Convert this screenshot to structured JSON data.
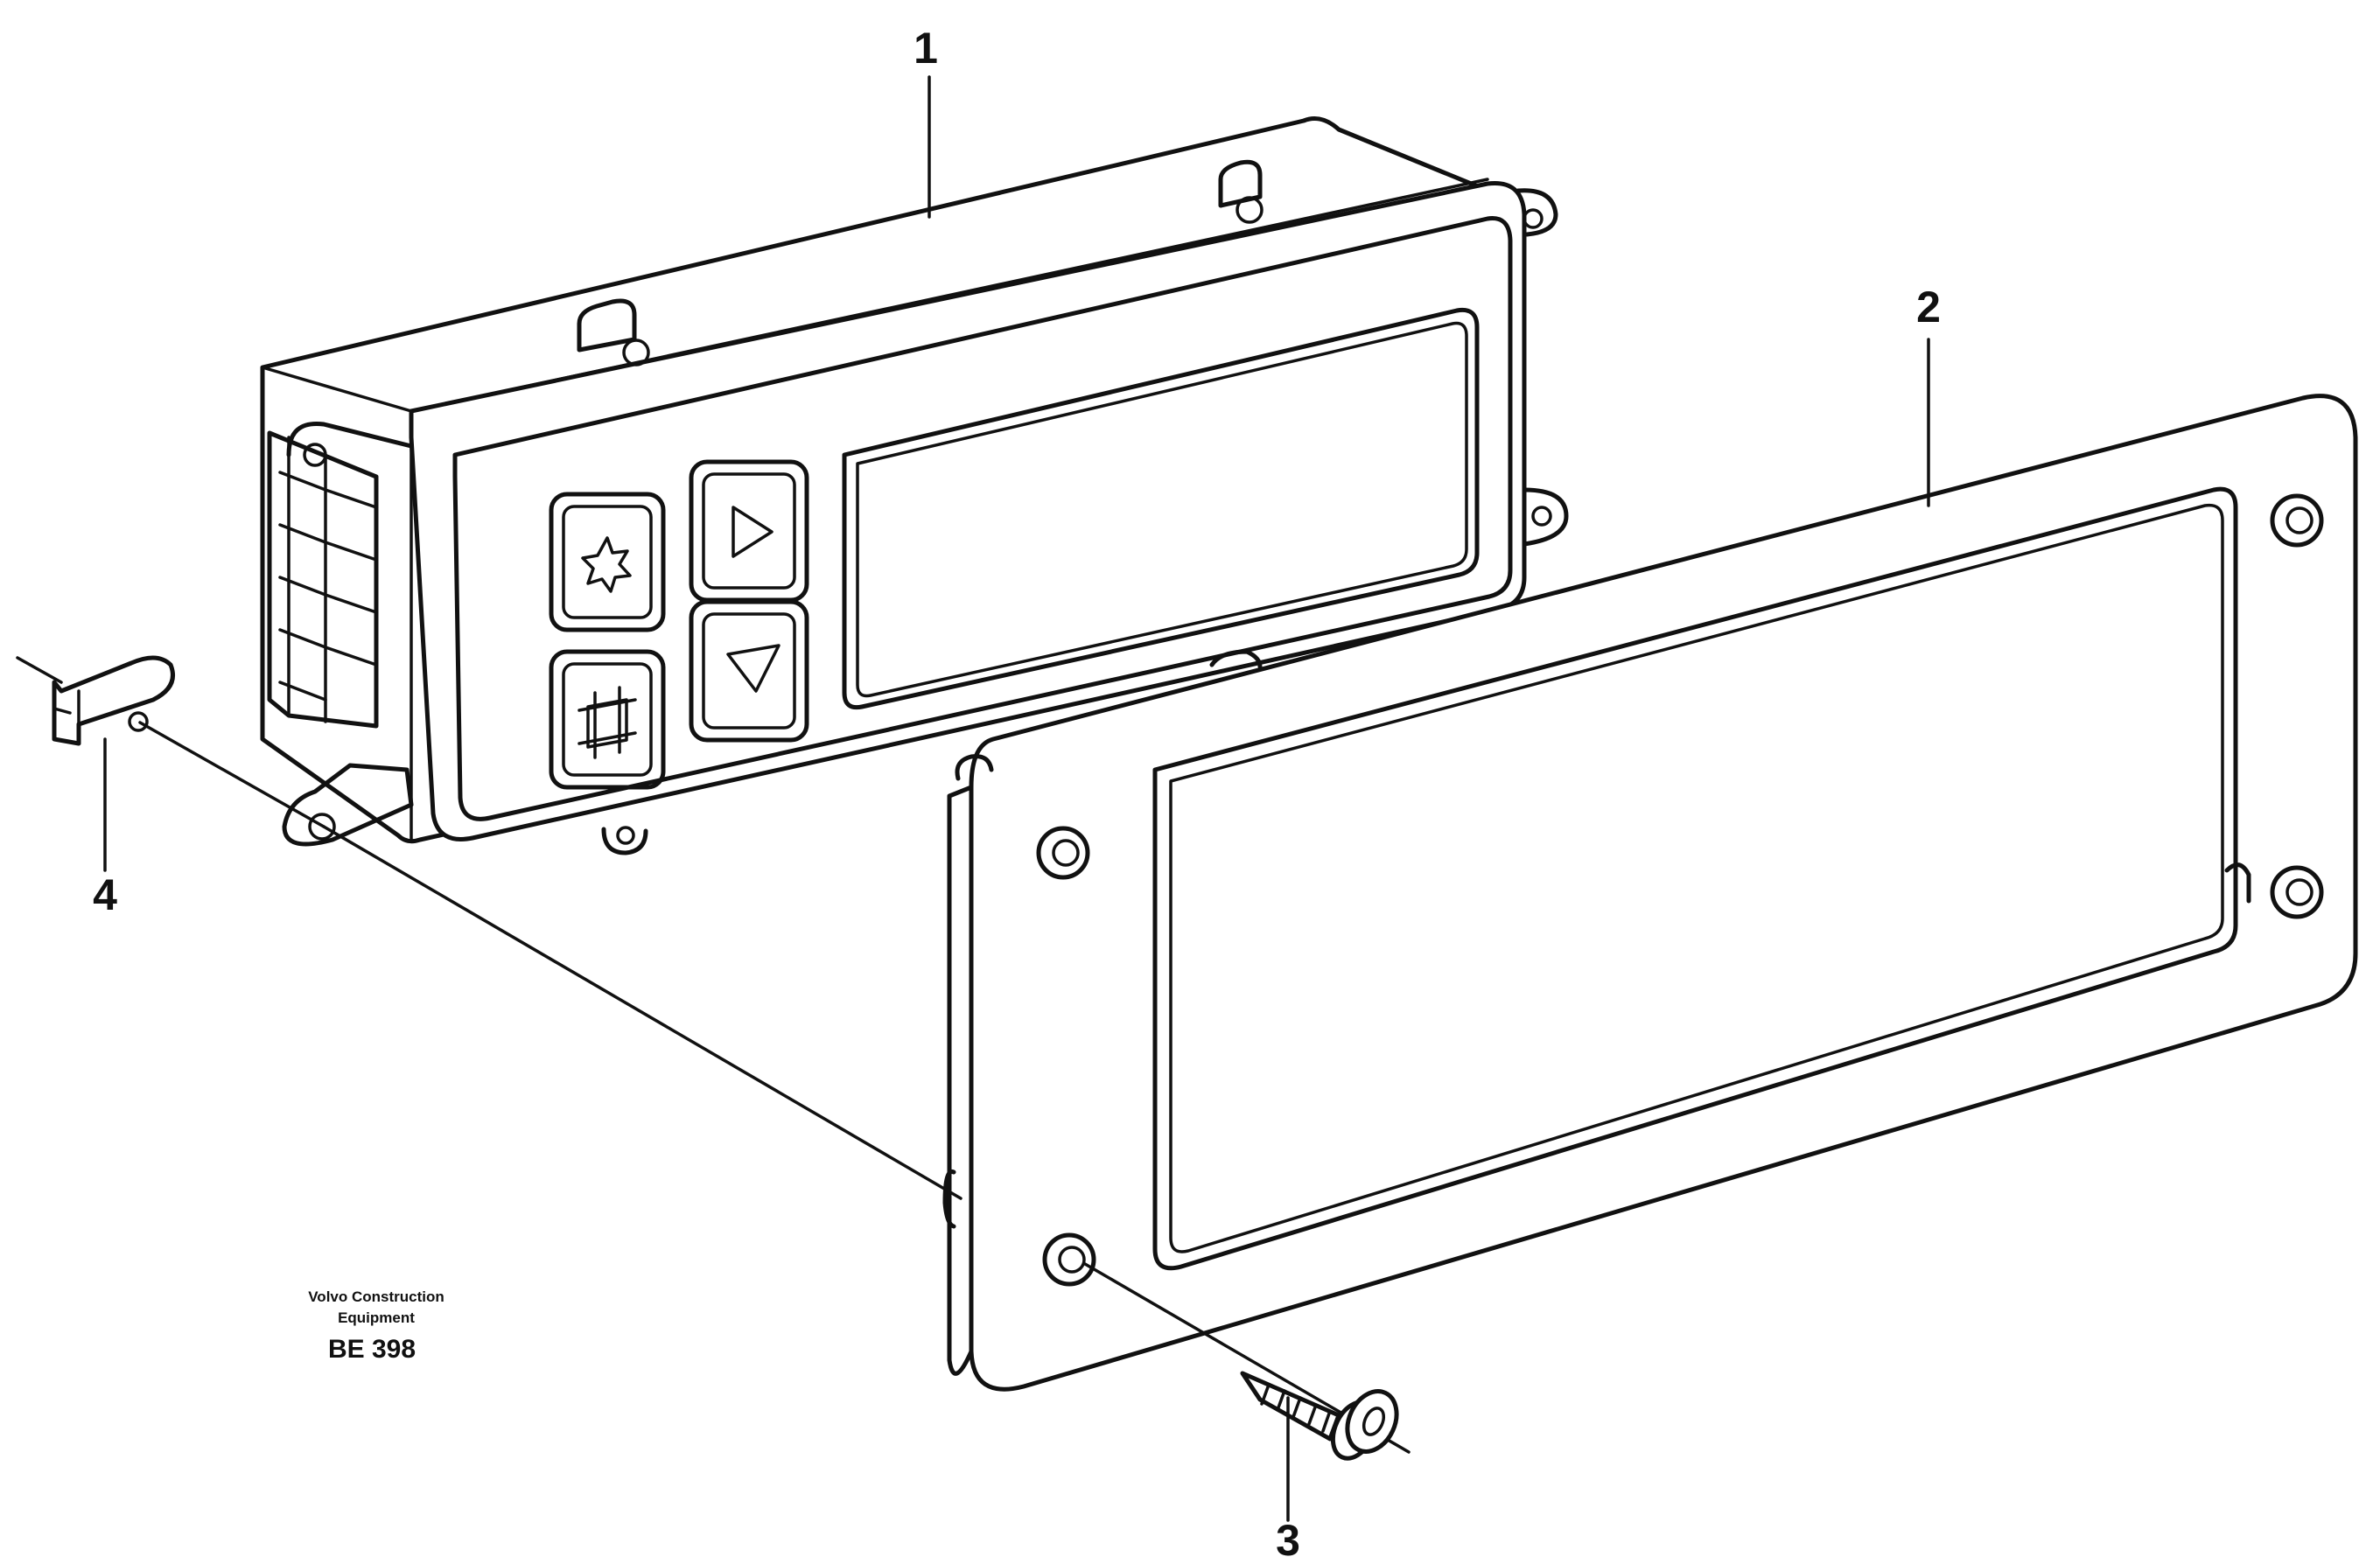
{
  "callouts": [
    {
      "label": "1",
      "part": "control-panel"
    },
    {
      "label": "2",
      "part": "mounting-frame"
    },
    {
      "label": "3",
      "part": "screw"
    },
    {
      "label": "4",
      "part": "clip-nut"
    }
  ],
  "credit": {
    "line1": "Volvo Construction",
    "line2": "Equipment",
    "code": "BE 398"
  },
  "icons": [
    "fan-icon",
    "play-right-icon",
    "triangle-down-icon",
    "recirculation-icon"
  ]
}
